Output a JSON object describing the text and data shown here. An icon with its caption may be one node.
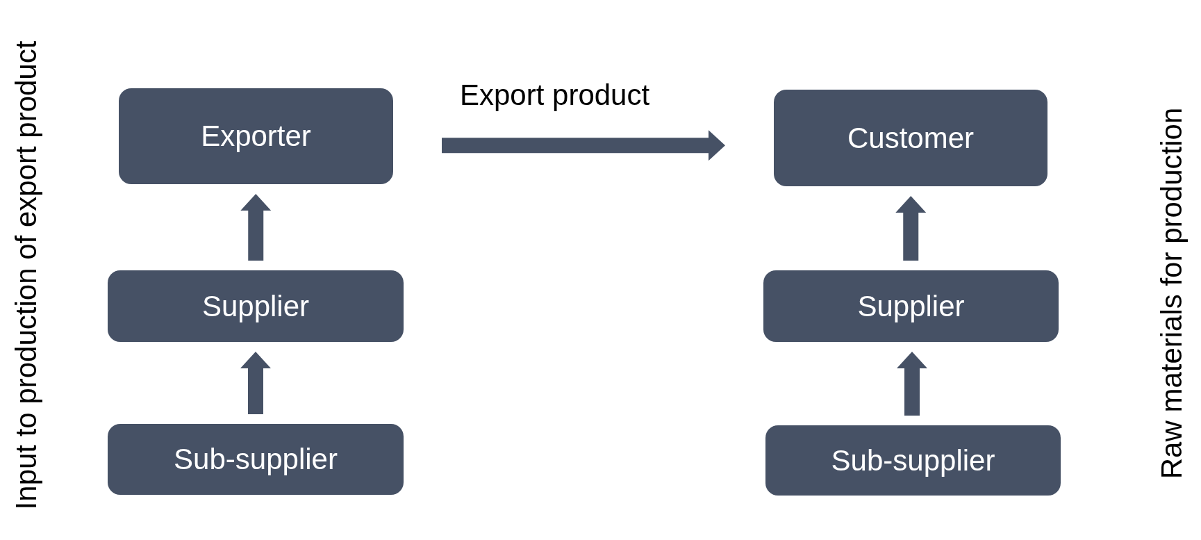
{
  "diagram": {
    "nodes": [
      {
        "text": [
          "Exporter"
        ]
      },
      {
        "text": [
          "Customer"
        ]
      },
      {
        "text": [
          "Supplier"
        ]
      },
      {
        "text": [
          "Supplier"
        ]
      },
      {
        "text": [
          "Sub-supplier"
        ]
      },
      {
        "text": [
          "Sub-supplier"
        ]
      }
    ],
    "edges": [
      {
        "from": 0,
        "to": 1,
        "arrow": "to",
        "label": "Export product"
      },
      {
        "from": 2,
        "to": 0,
        "arrow": "to"
      },
      {
        "from": 4,
        "to": 2,
        "arrow": "to"
      },
      {
        "from": 3,
        "to": 1,
        "arrow": "to"
      },
      {
        "from": 5,
        "to": 3,
        "arrow": "to"
      }
    ],
    "labels": [
      "Input to production of export product",
      "Raw materials for production"
    ]
  }
}
